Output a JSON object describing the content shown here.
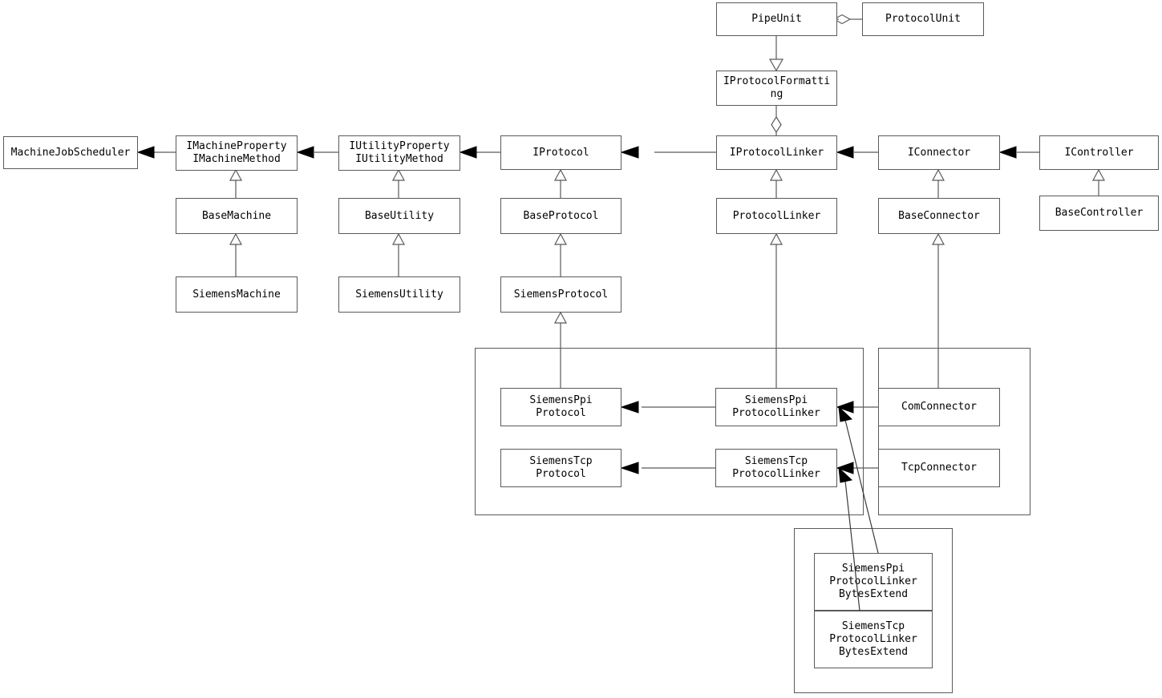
{
  "diagram": {
    "title": "Industrial Protocol Framework Class Diagram",
    "type": "uml-class-diagram",
    "background_color": "#ffffff",
    "box_border_color": "#5a5a5a",
    "text_color": "#000000"
  },
  "nodes": {
    "pipe_unit": "PipeUnit",
    "protocol_unit": "ProtocolUnit",
    "iprotocol_formatting": "IProtocolFormatti\nng",
    "machine_job_scheduler": "MachineJobScheduler",
    "imachine_property": "IMachineProperty\nIMachineMethod",
    "iutility_property": "IUtilityProperty\nIUtilityMethod",
    "iprotocol": "IProtocol",
    "iprotocol_linker": "IProtocolLinker",
    "iconnector": "IConnector",
    "icontroller": "IController",
    "base_machine": "BaseMachine",
    "base_utility": "BaseUtility",
    "base_protocol": "BaseProtocol",
    "protocol_linker": "ProtocolLinker",
    "base_connector": "BaseConnector",
    "base_controller": "BaseController",
    "siemens_machine": "SiemensMachine",
    "siemens_utility": "SiemensUtility",
    "siemens_protocol": "SiemensProtocol",
    "siemens_ppi_protocol": "SiemensPpi\nProtocol",
    "siemens_tcp_protocol": "SiemensTcp\nProtocol",
    "siemens_ppi_protocol_linker": "SiemensPpi\nProtocolLinker",
    "siemens_tcp_protocol_linker": "SiemensTcp\nProtocolLinker",
    "com_connector": "ComConnector",
    "tcp_connector": "TcpConnector",
    "siemens_ppi_protocol_linker_bytes_extend": "SiemensPpi\nProtocolLinker\nBytesExtend",
    "siemens_tcp_protocol_linker_bytes_extend": "SiemensTcp\nProtocolLinker\nBytesExtend"
  },
  "relationships": [
    {
      "from": "ProtocolUnit",
      "to": "PipeUnit",
      "type": "aggregation"
    },
    {
      "from": "PipeUnit",
      "to": "IProtocolFormatting",
      "type": "generalization"
    },
    {
      "from": "IProtocolFormatting",
      "to": "IProtocolLinker",
      "type": "aggregation"
    },
    {
      "from": "IMachineProperty/IMachineMethod",
      "to": "MachineJobScheduler",
      "type": "association"
    },
    {
      "from": "IUtilityProperty/IUtilityMethod",
      "to": "IMachineProperty/IMachineMethod",
      "type": "association"
    },
    {
      "from": "IProtocol",
      "to": "IUtilityProperty/IUtilityMethod",
      "type": "association"
    },
    {
      "from": "IProtocolLinker",
      "to": "IProtocol",
      "type": "association"
    },
    {
      "from": "IConnector",
      "to": "IProtocolLinker",
      "type": "association"
    },
    {
      "from": "IController",
      "to": "IConnector",
      "type": "association"
    },
    {
      "from": "BaseMachine",
      "to": "IMachineProperty/IMachineMethod",
      "type": "generalization"
    },
    {
      "from": "BaseUtility",
      "to": "IUtilityProperty/IUtilityMethod",
      "type": "generalization"
    },
    {
      "from": "BaseProtocol",
      "to": "IProtocol",
      "type": "generalization"
    },
    {
      "from": "ProtocolLinker",
      "to": "IProtocolLinker",
      "type": "generalization"
    },
    {
      "from": "BaseConnector",
      "to": "IConnector",
      "type": "generalization"
    },
    {
      "from": "BaseController",
      "to": "IController",
      "type": "generalization"
    },
    {
      "from": "SiemensMachine",
      "to": "BaseMachine",
      "type": "generalization"
    },
    {
      "from": "SiemensUtility",
      "to": "BaseUtility",
      "type": "generalization"
    },
    {
      "from": "SiemensProtocol",
      "to": "BaseProtocol",
      "type": "generalization"
    },
    {
      "from": "SiemensPpiProtocol",
      "to": "SiemensProtocol",
      "type": "generalization"
    },
    {
      "from": "SiemensPpiProtocolLinker",
      "to": "ProtocolLinker",
      "type": "generalization"
    },
    {
      "from": "SiemensPpiProtocolLinker",
      "to": "SiemensPpiProtocol",
      "type": "association"
    },
    {
      "from": "SiemensTcpProtocolLinker",
      "to": "SiemensTcpProtocol",
      "type": "association"
    },
    {
      "from": "ComConnector",
      "to": "BaseConnector",
      "type": "generalization"
    },
    {
      "from": "ComConnector",
      "to": "SiemensPpiProtocolLinker",
      "type": "association"
    },
    {
      "from": "TcpConnector",
      "to": "SiemensTcpProtocolLinker",
      "type": "association"
    },
    {
      "from": "SiemensPpiProtocolLinkerBytesExtend",
      "to": "SiemensPpiProtocolLinker",
      "type": "association"
    },
    {
      "from": "SiemensTcpProtocolLinkerBytesExtend",
      "to": "SiemensTcpProtocolLinker",
      "type": "association"
    }
  ]
}
